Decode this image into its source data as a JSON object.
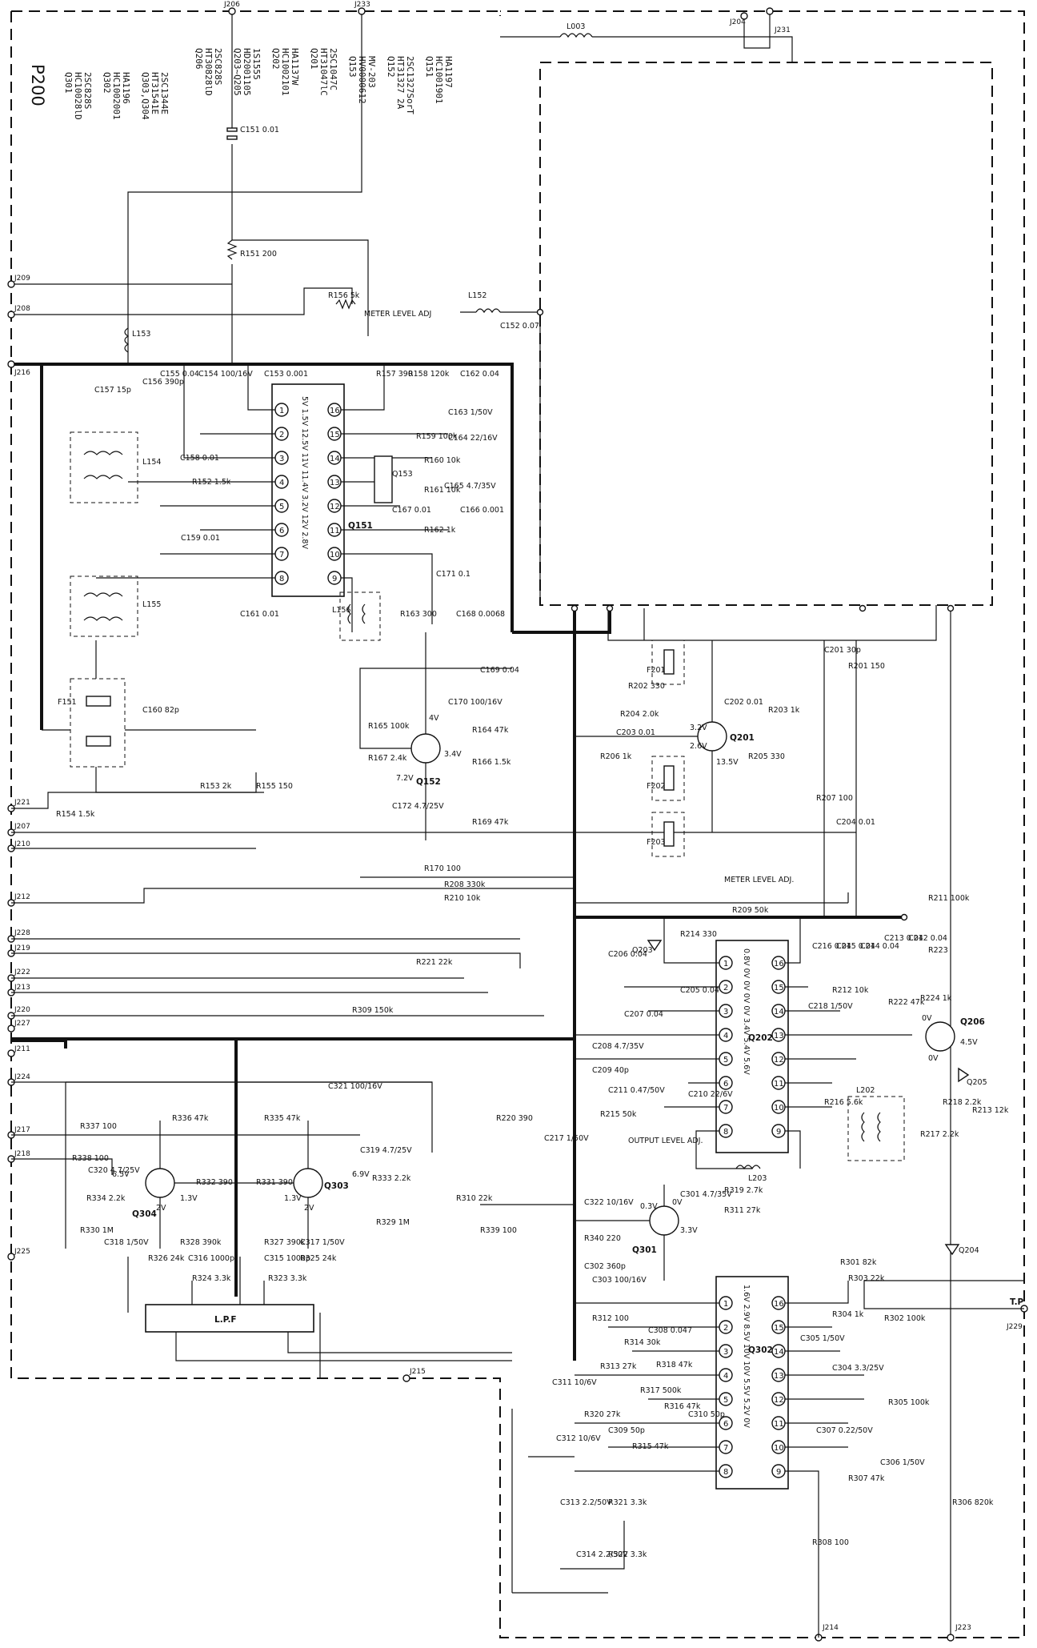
{
  "board": {
    "title": "P200"
  },
  "parts_list": [
    [
      "Q301",
      "HC10028lD",
      "2SC828S"
    ],
    [
      "Q302",
      "HC1002001",
      "HA1196"
    ],
    [
      "Q303,Q304",
      "HT31541E",
      "2SC1344E"
    ],
    [
      "Q206",
      "HT30828lD",
      "2SC828S"
    ],
    [
      "Q203~Q205",
      "HD2001105",
      "1S1555"
    ],
    [
      "Q202",
      "HC1002101",
      "HA1137W"
    ],
    [
      "Q201",
      "HT31047lC",
      "2SC1047C"
    ],
    [
      "Q153",
      "HV0000612",
      "MV-203"
    ],
    [
      "Q152",
      "HT31327 2A",
      "2SC1327SorT"
    ],
    [
      "Q151",
      "HC1001901",
      "HA1197"
    ]
  ],
  "ics": {
    "q151": {
      "name": "Q151",
      "pins_left": [
        "1",
        "2",
        "3",
        "4",
        "5",
        "6",
        "7",
        "8"
      ],
      "pins_right": [
        "16",
        "15",
        "14",
        "13",
        "12",
        "11",
        "10",
        "9"
      ],
      "volts": "5V 1.5V 12.5V 11V 11.4V 3.2V 12V 2.8V"
    },
    "q202": {
      "name": "Q202",
      "pins_left": [
        "1",
        "2",
        "3",
        "4",
        "5",
        "6",
        "7",
        "8"
      ],
      "pins_right": [
        "16",
        "15",
        "14",
        "13",
        "12",
        "11",
        "10",
        "9"
      ],
      "volts": "0.8V 0V 0V 0V 0V 3.4V 5.4V 5.6V"
    },
    "q302": {
      "name": "Q302",
      "pins_left": [
        "1",
        "2",
        "3",
        "4",
        "5",
        "6",
        "7",
        "8"
      ],
      "pins_right": [
        "16",
        "15",
        "14",
        "13",
        "12",
        "11",
        "10",
        "9"
      ],
      "volts": "1.6V 2.9V 8.5V 10V 10V 5.5V 5.2V 0V"
    }
  },
  "transistors": {
    "q152": {
      "name": "Q152",
      "v1": "4V",
      "v2": "3.4V",
      "v3": "7.2V"
    },
    "q201": {
      "name": "Q201",
      "v1": "3.2V",
      "v2": "2.6V",
      "v3": "13.5V"
    },
    "q206": {
      "name": "Q206",
      "v1": "0V",
      "v2": "4.5V",
      "v3": "0V"
    },
    "q301": {
      "name": "Q301",
      "v1": "0V",
      "v2": "0.3V",
      "v3": "3.3V"
    },
    "q303": {
      "name": "Q303",
      "v1": "1.3V",
      "v2": "2V",
      "v3": "6.9V"
    },
    "q304": {
      "name": "Q304",
      "v1": "1.3V",
      "v2": "2V",
      "v3": "6.5V"
    }
  },
  "labels": {
    "meter_level_adj_top": "METER LEVEL ADJ",
    "meter_level_adj": "METER LEVEL ADJ.",
    "output_level_adj": "OUTPUT LEVEL ADJ.",
    "lpf": "L.P.F",
    "tp": "T.P",
    "l003": "L003",
    "l152": "L152",
    "l153": "L153",
    "l154": "L154",
    "l155": "L155",
    "l156": "L156",
    "l202": "L202",
    "l203": "L203",
    "f151": "F151",
    "f201": "F201",
    "f202": "F202",
    "f203": "F203",
    "q153": "Q153",
    "q203": "Q203",
    "q204": "Q204",
    "q205": "Q205"
  },
  "junctions": {
    "j206": "J206",
    "j233": "J233",
    "j204": "J204",
    "j231": "J231",
    "j209": "J209",
    "j208": "J208",
    "j216": "J216",
    "j221": "J221",
    "j207": "J207",
    "j210": "J210",
    "j212": "J212",
    "j228": "J228",
    "j219": "J219",
    "j222": "J222",
    "j213": "J213",
    "j220": "J220",
    "j227": "J227",
    "j211": "J211",
    "j224": "J224",
    "j217": "J217",
    "j218": "J218",
    "j225": "J225",
    "j215": "J215",
    "j214": "J214",
    "j229": "J229",
    "j223": "J223"
  },
  "components": {
    "c151": "C151 0.01",
    "r151": "R151 200",
    "r156": "R156 5k",
    "c152": "C152 0.07",
    "c153": "C153 0.001",
    "c154": "C154 100/16V",
    "c155": "C155 0.04",
    "c156": "C156 390p",
    "c157": "C157 15p",
    "c158": "C158 0.01",
    "r152": "R152 1.5k",
    "c159": "C159 0.01",
    "r157": "R157 390",
    "r158": "R158 120k",
    "c162": "C162 0.04",
    "c163": "C163 1/50V",
    "r159": "R159 100k",
    "c164": "C164 22/16V",
    "r160": "R160 10k",
    "r161": "R161 10k",
    "c165": "C165 4.7/35V",
    "c166": "C166 0.001",
    "c167": "C167 0.01",
    "r162": "R162 1k",
    "c171": "C171 0.1",
    "c161": "C161 0.01",
    "r163": "R163 300",
    "c168": "C168 0.0068",
    "c169": "C169 0.04",
    "c170": "C170 100/16V",
    "c160": "C160 82p",
    "r164": "R164 47k",
    "r165": "R165 100k",
    "r167": "R167 2.4k",
    "c172": "C172 4.7/25V",
    "r166": "R166 1.5k",
    "r153": "R153 2k",
    "r154": "R154 1.5k",
    "r155": "R155 150",
    "r169": "R169 47k",
    "r170": "R170 100",
    "r208": "R208 330k",
    "r210": "R210 10k",
    "r221": "R221 22k",
    "r309": "R309 150k",
    "c201": "C201 30p",
    "r201": "R201 150",
    "r202": "R202 330",
    "r204": "R204 2.0k",
    "c202": "C202 0.01",
    "r203": "R203 1k",
    "c203": "C203 0.01",
    "r206": "R206 1k",
    "r205": "R205 330",
    "r207": "R207 100",
    "c204": "C204 0.01",
    "r209": "R209 50k",
    "r211": "R211 100k",
    "r214": "R214 330",
    "c205": "C205 0.04",
    "c206": "C206 0.04",
    "c207": "C207 0.04",
    "c208": "C208 4.7/35V",
    "c209": "C209 40p",
    "c210": "C210 22/6V",
    "c211": "C211 0.47/50V",
    "r215": "R215 50k",
    "r220": "R220 390",
    "c217": "C217 1/50V",
    "c212": "C212 0.04",
    "c213": "C213 0.04",
    "c214": "C214 0.04",
    "c215": "C215 0.04",
    "c216": "C216 0.04",
    "r223": "R223",
    "r212": "R212 10k",
    "c218": "C218 1/50V",
    "r222": "R222 47k",
    "r224": "R224 1k",
    "r216": "R216 5.6k",
    "r217": "R217 2.2k",
    "r218": "R218 2.2k",
    "r213": "R213 12k",
    "r337": "R337 100",
    "r336": "R336 47k",
    "r335": "R335 47k",
    "c321": "C321 100/16V",
    "c319": "C319 4.7/25V",
    "r333": "R333 2.2k",
    "r338": "R338 100",
    "c320": "C320 4.7/25V",
    "r334": "R334 2.2k",
    "r332": "R332 390",
    "r331": "R331 390",
    "r329": "R329 1M",
    "r330": "R330 1M",
    "c318": "C318 1/50V",
    "r328": "R328 390k",
    "r327": "R327 390k",
    "c317": "C317 1/50V",
    "r326": "R326 24k",
    "r325": "R325 24k",
    "c316": "C316 1000p",
    "c315": "C315 1000p",
    "r324": "R324 3.3k",
    "r323": "R323 3.3k",
    "r310": "R310 22k",
    "r339": "R339 100",
    "c322": "C322 10/16V",
    "r340": "R340 220",
    "c301": "C301 4.7/35V",
    "r319": "R319 2.7k",
    "r311": "R311 27k",
    "c302": "C302 360p",
    "c303": "C303 100/16V",
    "r301": "R301 82k",
    "r303": "R303 22k",
    "r302": "R302 100k",
    "r304": "R304 1k",
    "c305": "C305 1/50V",
    "c304": "C304 3.3/25V",
    "r312": "R312 100",
    "c308": "C308 0.047",
    "r314": "R314 30k",
    "r313": "R313 27k",
    "c311": "C311 10/6V",
    "r318": "R318 47k",
    "r317": "R317 500k",
    "r316": "R316 47k",
    "c310": "C310 50p",
    "r320": "R320 27k",
    "c309": "C309 50p",
    "c312": "C312 10/6V",
    "r315": "R315 47k",
    "r305": "R305 100k",
    "c307": "C307 0.22/50V",
    "r307": "R307 47k",
    "c306": "C306 1/50V",
    "r306": "R306 820k",
    "r308": "R308 100",
    "c313": "C313 2.2/50V",
    "r321": "R321 3.3k",
    "r322": "R322 3.3k",
    "c314": "C314 2.2/50V"
  }
}
